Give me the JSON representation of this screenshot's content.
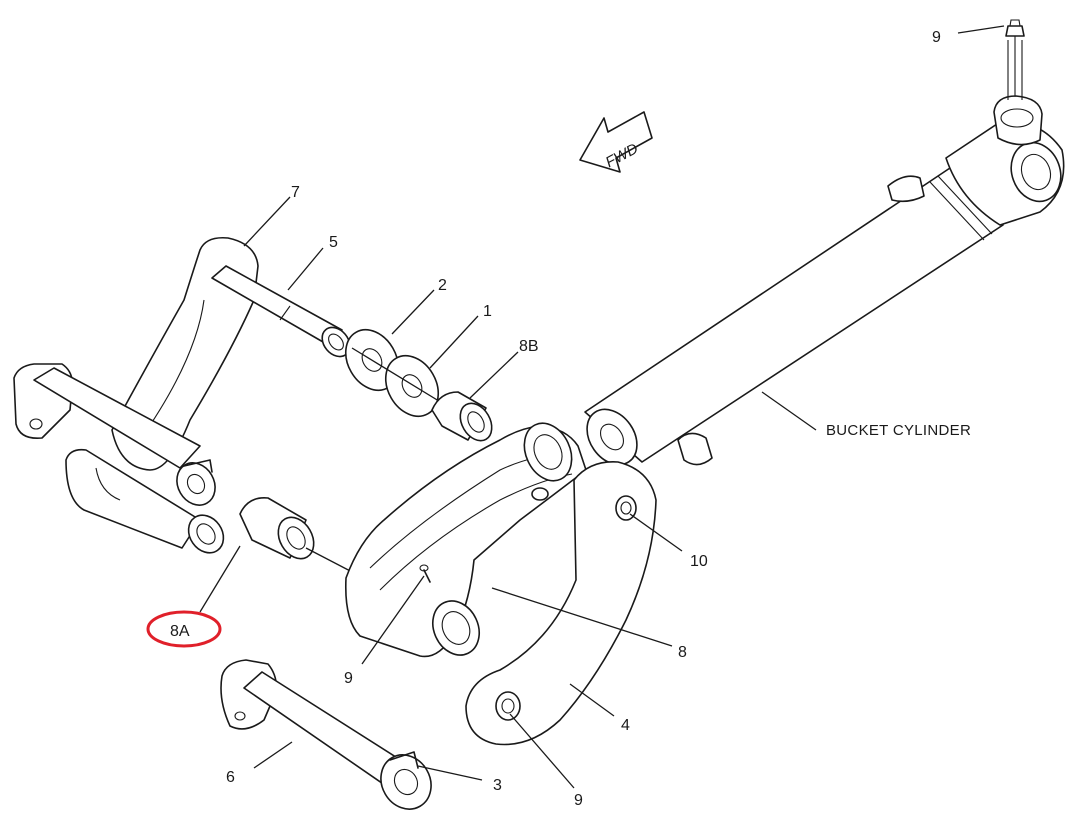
{
  "callouts": {
    "c9_top": "9",
    "c7": "7",
    "c5": "5",
    "c2": "2",
    "c1": "1",
    "c8b": "8B",
    "c8a": "8A",
    "c10": "10",
    "c8": "8",
    "c9_left": "9",
    "c4": "4",
    "c6": "6",
    "c3": "3",
    "c9_bottom": "9"
  },
  "labels": {
    "bucket_cylinder": "BUCKET CYLINDER",
    "forward": "FWD"
  },
  "highlight": {
    "target": "8A",
    "color": "#e0202a"
  }
}
